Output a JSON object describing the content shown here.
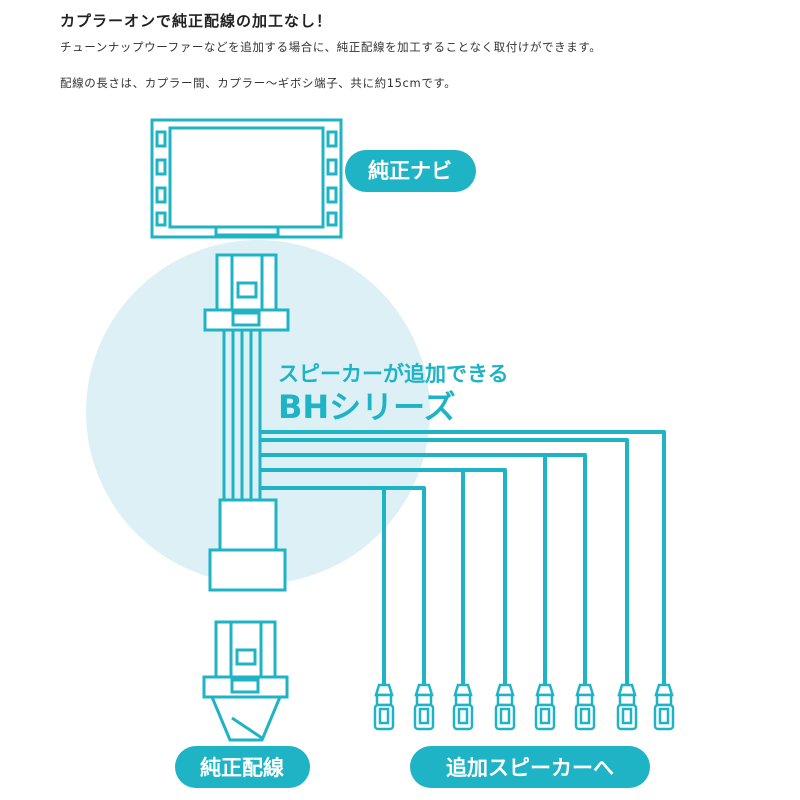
{
  "heading": "カプラーオンで純正配線の加工なし！",
  "description": [
    "チューンナップウーファーなどを追加する場合に、純正配線を加工することなく取付けができます。",
    "配線の長さは、カプラー間、カプラー〜ギボシ端子、共に約15cmです。"
  ],
  "labels": {
    "navi": "純正ナビ",
    "product_line1": "スピーカーが追加できる",
    "product_line2": "BHシリーズ",
    "oem_wiring": "純正配線",
    "add_speaker": "追加スピーカーへ"
  },
  "colors": {
    "teal": "#1fb3c6",
    "light_circle": "#dcf0f5",
    "text": "#222222"
  }
}
